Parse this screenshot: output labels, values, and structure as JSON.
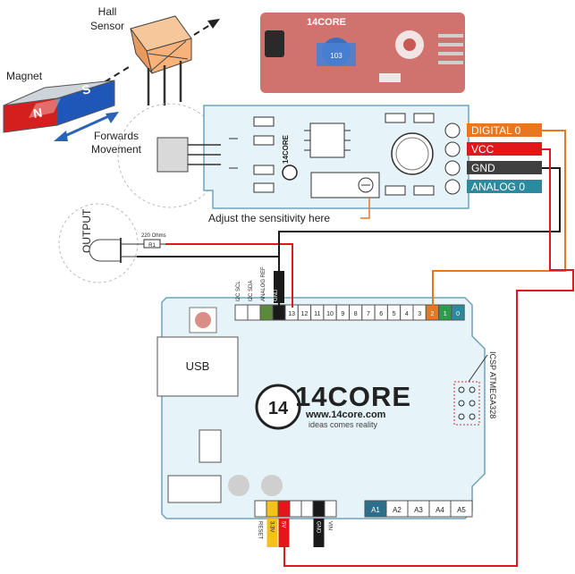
{
  "hall_sensor": {
    "label_line1": "Hall",
    "label_line2": "Sensor"
  },
  "magnet": {
    "label": "Magnet",
    "pole_n": "N",
    "pole_s": "S"
  },
  "movement": {
    "label_line1": "Forwards",
    "label_line2": "Movement"
  },
  "module_board": {
    "brand": "14CORE",
    "pot_marking": "103",
    "sensitivity_note": "Adjust the sensitivity here"
  },
  "module_pins": [
    {
      "label": "DIGITAL 0",
      "color": "#e87722"
    },
    {
      "label": "VCC",
      "color": "#e2171b"
    },
    {
      "label": "GND",
      "color": "#404040"
    },
    {
      "label": "ANALOG 0",
      "color": "#2b8a9e"
    }
  ],
  "output": {
    "label": "OUTPUT",
    "resistor_value": "220 Ohms",
    "resistor_ref": "R1"
  },
  "arduino": {
    "usb_label": "USB",
    "logo_main": "14CORE",
    "logo_url": "www.14core.com",
    "logo_tagline": "ideas comes reality",
    "icsp_label": "ICSP ATMEGA328",
    "top_header_labels": [
      "I2C SCL",
      "I2C SDA",
      "ANALOG REF",
      "GND"
    ],
    "digital_pins": [
      "13",
      "12",
      "11",
      "10",
      "9",
      "8",
      "7",
      "6",
      "5",
      "4",
      "3",
      "2",
      "1",
      "0"
    ],
    "analog_pins": [
      "A1",
      "A2",
      "A3",
      "A4",
      "A5"
    ],
    "power_labels": [
      "RESET",
      "3.3V",
      "5V",
      "GND",
      "VIN"
    ]
  },
  "wire_colors": {
    "red": "#e2171b",
    "black": "#1a1a1a",
    "orange": "#e87722",
    "board_fill": "#e6f3f8",
    "board_stroke": "#6ea3b8"
  }
}
